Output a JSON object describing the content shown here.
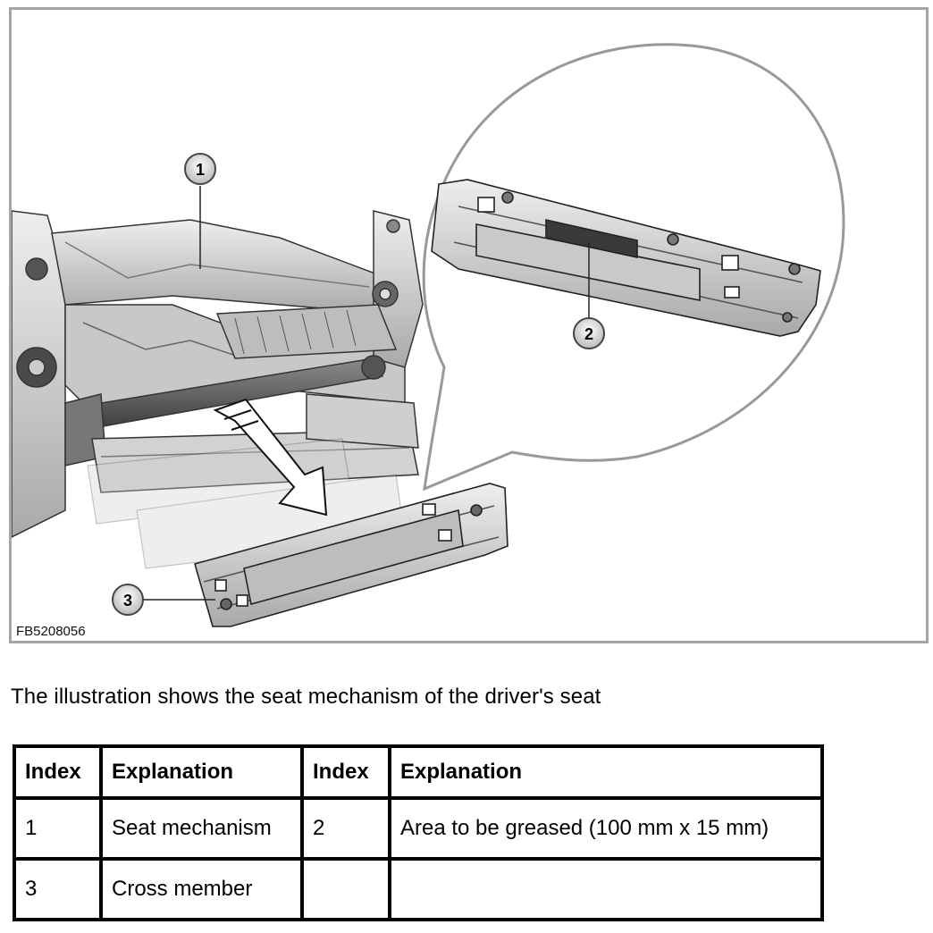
{
  "figure": {
    "callouts": [
      "1",
      "2",
      "3"
    ],
    "code": "FB5208056"
  },
  "caption": "The illustration shows the seat mechanism of the driver's seat",
  "table": {
    "headers": [
      "Index",
      "Explanation",
      "Index",
      "Explanation"
    ],
    "rows": [
      [
        "1",
        "Seat mechanism",
        "2",
        "Area to be greased (100 mm x 15 mm)"
      ],
      [
        "3",
        "Cross member",
        "",
        ""
      ]
    ]
  }
}
